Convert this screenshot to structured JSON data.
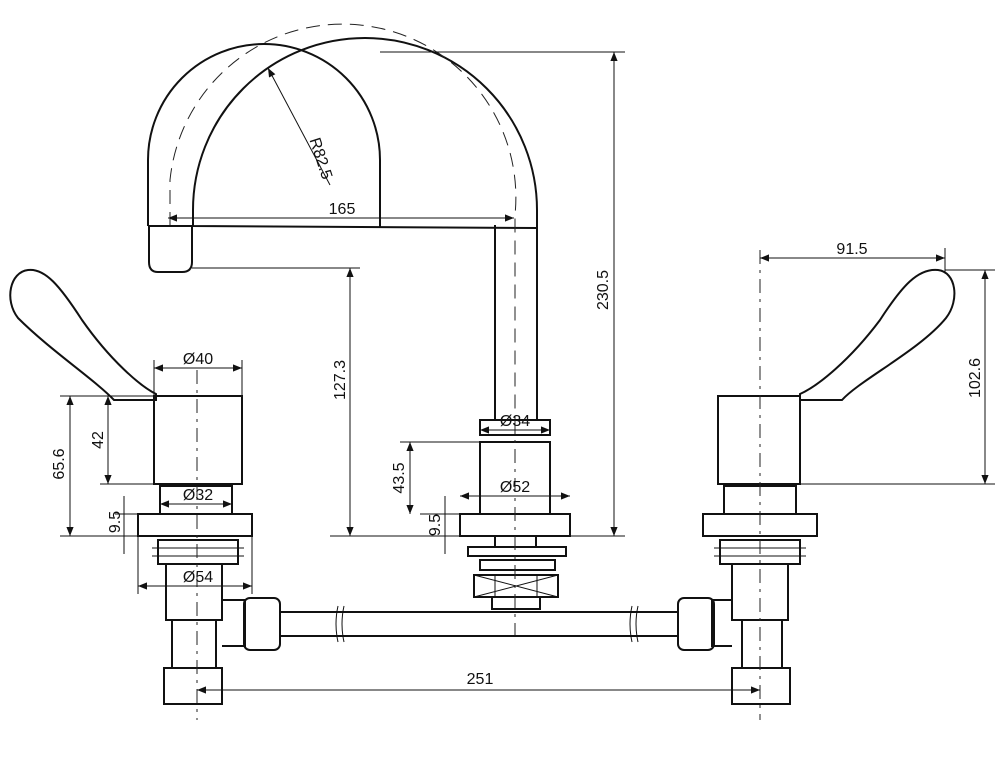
{
  "drawing": {
    "spout": {
      "radius_label": "R82.5",
      "reach_label": "165",
      "height_label": "230.5",
      "outlet_height_label": "127.3"
    },
    "spout_body": {
      "top_diameter": "Ø34",
      "flange_diameter": "Ø52",
      "body_height": "43.5",
      "flange_height": "9.5"
    },
    "left_valve": {
      "handle_diameter": "Ø40",
      "sleeve_diameter": "Ø32",
      "nut_diameter": "Ø54",
      "handle_height": "42",
      "overall_height": "65.6",
      "flange_height": "9.5"
    },
    "right_valve": {
      "lever_reach": "91.5",
      "lever_height": "102.6"
    },
    "centres": {
      "spacing": "251"
    }
  }
}
